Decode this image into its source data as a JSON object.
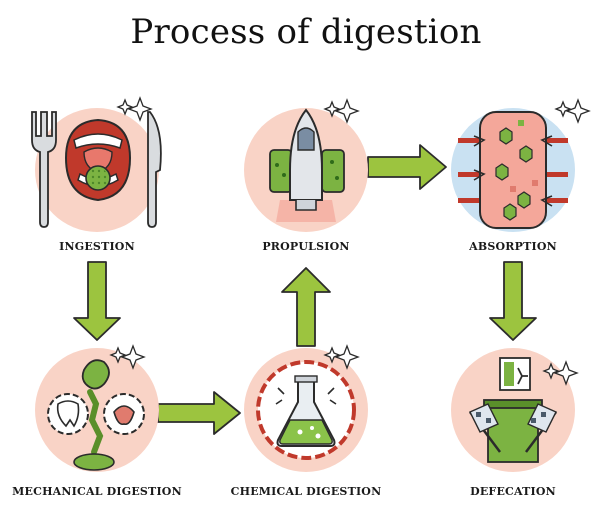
{
  "title": "Process of digestion",
  "steps": [
    {
      "label": "INGESTION",
      "icon": "mouth-with-fork-and-knife-icon"
    },
    {
      "label": "PROPULSION",
      "icon": "rocket-icon"
    },
    {
      "label": "ABSORPTION",
      "icon": "intestinal-wall-icon"
    },
    {
      "label": "MECHANICAL DIGESTION",
      "icon": "teeth-and-gears-icon"
    },
    {
      "label": "CHEMICAL DIGESTION",
      "icon": "flask-icon"
    },
    {
      "label": "DEFECATION",
      "icon": "finish-flags-icon"
    }
  ],
  "colors": {
    "circle": "#f9d3c6",
    "arrow": "#9cc43f",
    "outline": "#2b2b2b",
    "food": "#7cb342"
  }
}
